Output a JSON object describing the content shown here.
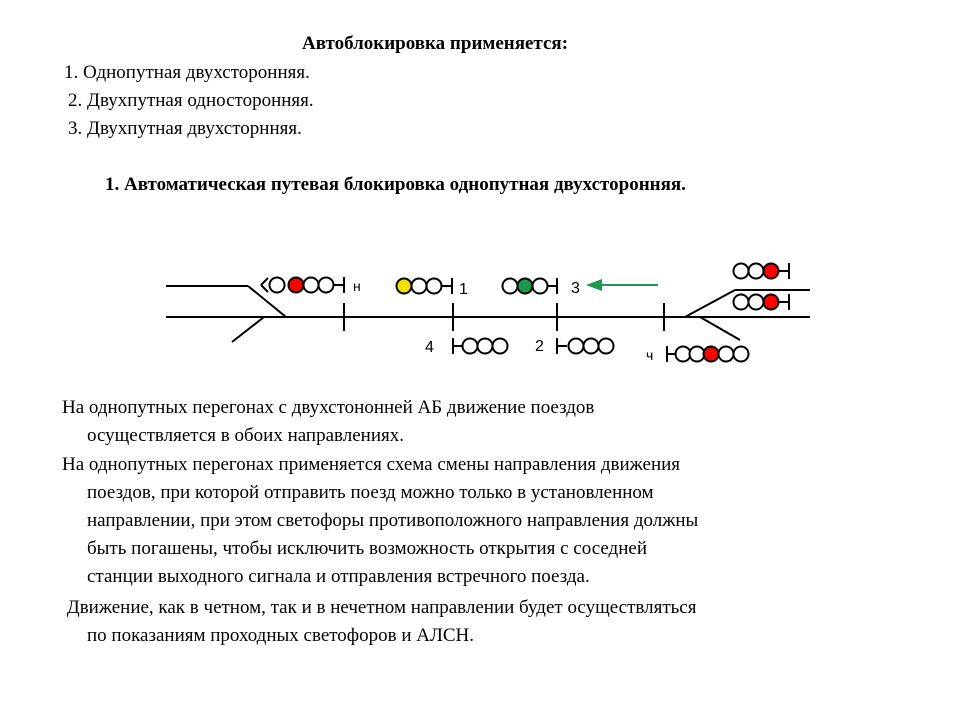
{
  "heading": "Автоблокировка применяется:",
  "list": [
    "1.  Однопутная двухсторонняя.",
    "2. Двухпутная односторонняя.",
    "3.  Двухпутная  двухсторнняя."
  ],
  "section_title": "1. Автоматическая путевая блокировка однопутная двухсторонняя.",
  "diagram": {
    "labels": {
      "signal_n": "н",
      "signal_1": "1",
      "signal_3": "3",
      "signal_4": "4",
      "signal_2": "2",
      "signal_ch": "ч"
    },
    "colors": {
      "red": "#ff0000",
      "yellow": "#f0e000",
      "green": "#1a9a4a",
      "arrow": "#1a9a4a",
      "line": "#000000"
    }
  },
  "paragraphs": [
    {
      "lines": [
        "На однопутных перегонах с двухстононней АБ  движение поездов",
        "осуществляется в обоих направлениях."
      ]
    },
    {
      "lines": [
        "На однопутных перегонах применяется схема смены направления движения",
        "поездов, при которой отправить поезд можно только в установленном",
        "направлении, при этом светофоры противоположного направления должны",
        "быть погашены, чтобы исключить возможность открытия с соседней",
        "станции выходного сигнала и отправления встречного поезда."
      ]
    },
    {
      "lines": [
        " Движение, как в четном, так и в нечетном направлении будет осуществляться",
        "по показаниям проходных светофоров и АЛСН."
      ]
    }
  ]
}
